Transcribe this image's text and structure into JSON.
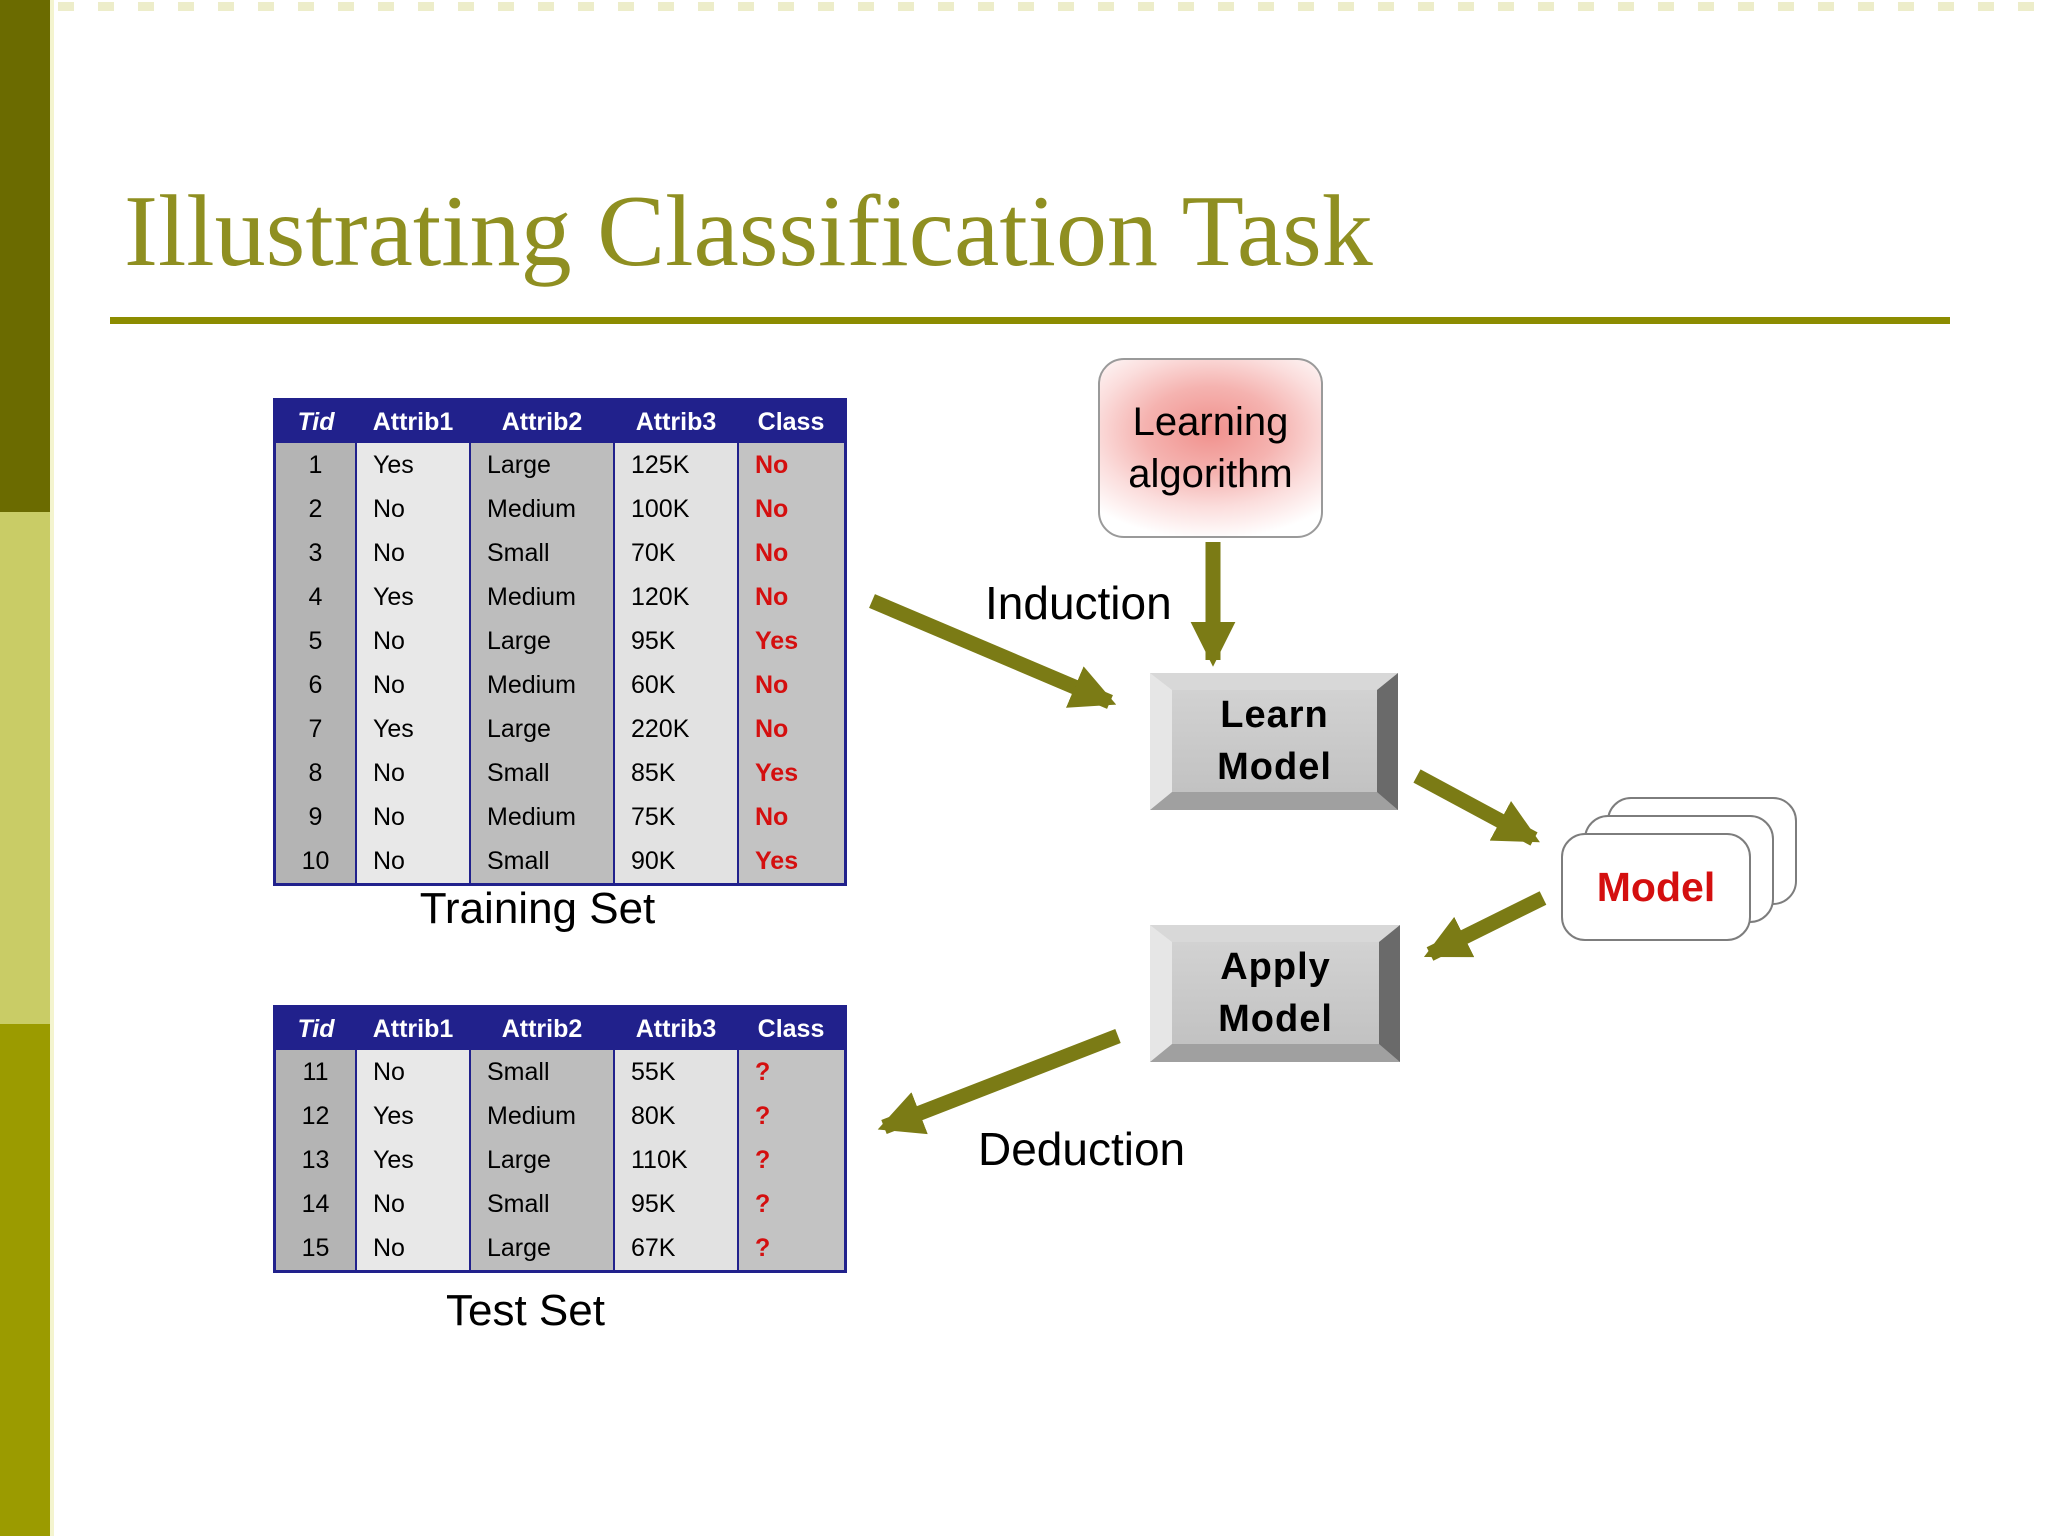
{
  "slide": {
    "title": "Illustrating Classification Task"
  },
  "labels": {
    "induction": "Induction",
    "deduction": "Deduction",
    "training_caption": "Training Set",
    "test_caption": "Test Set"
  },
  "boxes": {
    "learning_algorithm_line1": "Learning",
    "learning_algorithm_line2": "algorithm",
    "learn_model_line1": "Learn",
    "learn_model_line2": "Model",
    "apply_model_line1": "Apply",
    "apply_model_line2": "Model",
    "model": "Model"
  },
  "colors": {
    "accent_olive": "#8f8f21",
    "rule_olive": "#8c8c00",
    "arrow_olive": "#7b7b15",
    "table_header_navy": "#21218c",
    "class_red": "#d40f0f",
    "sidebar_dark": "#6b6b00",
    "sidebar_light": "#c9cc66",
    "sidebar_medium": "#9b9b00"
  },
  "training_table": {
    "headers": [
      "Tid",
      "Attrib1",
      "Attrib2",
      "Attrib3",
      "Class"
    ],
    "rows": [
      [
        "1",
        "Yes",
        "Large",
        "125K",
        "No"
      ],
      [
        "2",
        "No",
        "Medium",
        "100K",
        "No"
      ],
      [
        "3",
        "No",
        "Small",
        "70K",
        "No"
      ],
      [
        "4",
        "Yes",
        "Medium",
        "120K",
        "No"
      ],
      [
        "5",
        "No",
        "Large",
        "95K",
        "Yes"
      ],
      [
        "6",
        "No",
        "Medium",
        "60K",
        "No"
      ],
      [
        "7",
        "Yes",
        "Large",
        "220K",
        "No"
      ],
      [
        "8",
        "No",
        "Small",
        "85K",
        "Yes"
      ],
      [
        "9",
        "No",
        "Medium",
        "75K",
        "No"
      ],
      [
        "10",
        "No",
        "Small",
        "90K",
        "Yes"
      ]
    ]
  },
  "test_table": {
    "headers": [
      "Tid",
      "Attrib1",
      "Attrib2",
      "Attrib3",
      "Class"
    ],
    "rows": [
      [
        "11",
        "No",
        "Small",
        "55K",
        "?"
      ],
      [
        "12",
        "Yes",
        "Medium",
        "80K",
        "?"
      ],
      [
        "13",
        "Yes",
        "Large",
        "110K",
        "?"
      ],
      [
        "14",
        "No",
        "Small",
        "95K",
        "?"
      ],
      [
        "15",
        "No",
        "Large",
        "67K",
        "?"
      ]
    ]
  }
}
